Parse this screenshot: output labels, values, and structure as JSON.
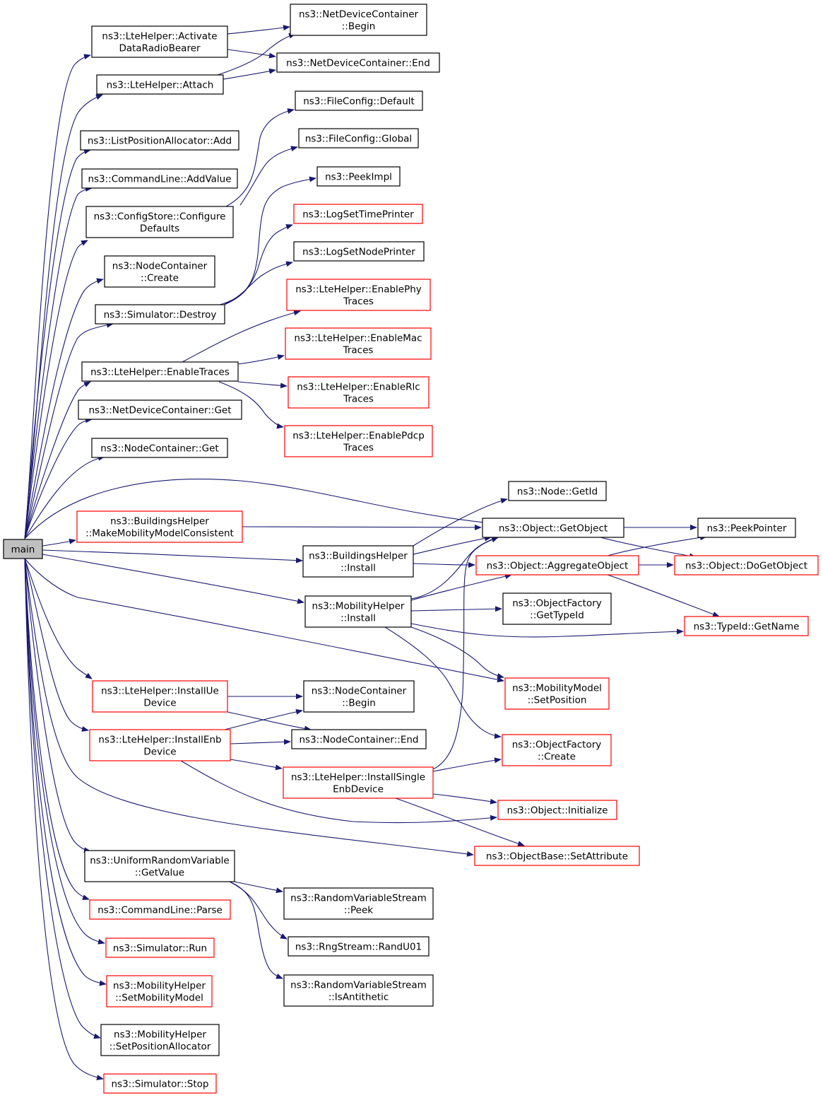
{
  "graph": {
    "colors": {
      "edge": "#191970",
      "documented_border": "#000000",
      "undocumented_border": "#ff0000",
      "root_fill": "#bfbfbf"
    },
    "nodes": [
      {
        "id": "main",
        "lines": [
          "main"
        ],
        "border": "root"
      },
      {
        "id": "activate",
        "lines": [
          "ns3::LteHelper::Activate",
          "DataRadioBearer"
        ],
        "border": "black"
      },
      {
        "id": "attach",
        "lines": [
          "ns3::LteHelper::Attach"
        ],
        "border": "black"
      },
      {
        "id": "listpos",
        "lines": [
          "ns3::ListPositionAllocator::Add"
        ],
        "border": "black"
      },
      {
        "id": "cmdadd",
        "lines": [
          "ns3::CommandLine::AddValue"
        ],
        "border": "black"
      },
      {
        "id": "cfgstore",
        "lines": [
          "ns3::ConfigStore::Configure",
          "Defaults"
        ],
        "border": "black"
      },
      {
        "id": "nccreate",
        "lines": [
          "ns3::NodeContainer",
          "::Create"
        ],
        "border": "black"
      },
      {
        "id": "simdestroy",
        "lines": [
          "ns3::Simulator::Destroy"
        ],
        "border": "black"
      },
      {
        "id": "enabletraces",
        "lines": [
          "ns3::LteHelper::EnableTraces"
        ],
        "border": "black"
      },
      {
        "id": "ndcget",
        "lines": [
          "ns3::NetDeviceContainer::Get"
        ],
        "border": "black"
      },
      {
        "id": "ncget",
        "lines": [
          "ns3::NodeContainer::Get"
        ],
        "border": "black"
      },
      {
        "id": "bhconsistent",
        "lines": [
          "ns3::BuildingsHelper",
          "::MakeMobilityModelConsistent"
        ],
        "border": "red"
      },
      {
        "id": "bhinstall",
        "lines": [
          "ns3::BuildingsHelper",
          "::Install"
        ],
        "border": "black"
      },
      {
        "id": "mhinstall",
        "lines": [
          "ns3::MobilityHelper",
          "::Install"
        ],
        "border": "black"
      },
      {
        "id": "installue",
        "lines": [
          "ns3::LteHelper::InstallUe",
          "Device"
        ],
        "border": "red"
      },
      {
        "id": "installenb",
        "lines": [
          "ns3::LteHelper::InstallEnb",
          "Device"
        ],
        "border": "red"
      },
      {
        "id": "urvget",
        "lines": [
          "ns3::UniformRandomVariable",
          "::GetValue"
        ],
        "border": "black"
      },
      {
        "id": "cmdparse",
        "lines": [
          "ns3::CommandLine::Parse"
        ],
        "border": "red"
      },
      {
        "id": "simrun",
        "lines": [
          "ns3::Simulator::Run"
        ],
        "border": "red"
      },
      {
        "id": "setmobility",
        "lines": [
          "ns3::MobilityHelper",
          "::SetMobilityModel"
        ],
        "border": "red"
      },
      {
        "id": "setposalloc",
        "lines": [
          "ns3::MobilityHelper",
          "::SetPositionAllocator"
        ],
        "border": "black"
      },
      {
        "id": "simstop",
        "lines": [
          "ns3::Simulator::Stop"
        ],
        "border": "red"
      },
      {
        "id": "ndcbegin",
        "lines": [
          "ns3::NetDeviceContainer",
          "::Begin"
        ],
        "border": "black"
      },
      {
        "id": "ndcend",
        "lines": [
          "ns3::NetDeviceContainer::End"
        ],
        "border": "black"
      },
      {
        "id": "fcdefault",
        "lines": [
          "ns3::FileConfig::Default"
        ],
        "border": "black"
      },
      {
        "id": "fcglobal",
        "lines": [
          "ns3::FileConfig::Global"
        ],
        "border": "black"
      },
      {
        "id": "peekimpl",
        "lines": [
          "ns3::PeekImpl"
        ],
        "border": "black"
      },
      {
        "id": "logtime",
        "lines": [
          "ns3::LogSetTimePrinter"
        ],
        "border": "red"
      },
      {
        "id": "lognode",
        "lines": [
          "ns3::LogSetNodePrinter"
        ],
        "border": "black"
      },
      {
        "id": "enphy",
        "lines": [
          "ns3::LteHelper::EnablePhy",
          "Traces"
        ],
        "border": "red"
      },
      {
        "id": "enmac",
        "lines": [
          "ns3::LteHelper::EnableMac",
          "Traces"
        ],
        "border": "red"
      },
      {
        "id": "enrlc",
        "lines": [
          "ns3::LteHelper::EnableRlc",
          "Traces"
        ],
        "border": "red"
      },
      {
        "id": "enpdcp",
        "lines": [
          "ns3::LteHelper::EnablePdcp",
          "Traces"
        ],
        "border": "red"
      },
      {
        "id": "nodegetid",
        "lines": [
          "ns3::Node::GetId"
        ],
        "border": "black"
      },
      {
        "id": "getobject",
        "lines": [
          "ns3::Object::GetObject"
        ],
        "border": "black"
      },
      {
        "id": "aggregate",
        "lines": [
          "ns3::Object::AggregateObject"
        ],
        "border": "red"
      },
      {
        "id": "ofgettypeid",
        "lines": [
          "ns3::ObjectFactory",
          "::GetTypeId"
        ],
        "border": "black"
      },
      {
        "id": "mmsetpos",
        "lines": [
          "ns3::MobilityModel",
          "::SetPosition"
        ],
        "border": "red"
      },
      {
        "id": "ncbegin",
        "lines": [
          "ns3::NodeContainer",
          "::Begin"
        ],
        "border": "black"
      },
      {
        "id": "ncend",
        "lines": [
          "ns3::NodeContainer::End"
        ],
        "border": "black"
      },
      {
        "id": "installsingle",
        "lines": [
          "ns3::LteHelper::InstallSingle",
          "EnbDevice"
        ],
        "border": "red"
      },
      {
        "id": "ofcreate",
        "lines": [
          "ns3::ObjectFactory",
          "::Create"
        ],
        "border": "red"
      },
      {
        "id": "objinit",
        "lines": [
          "ns3::Object::Initialize"
        ],
        "border": "red"
      },
      {
        "id": "setattr",
        "lines": [
          "ns3::ObjectBase::SetAttribute"
        ],
        "border": "red"
      },
      {
        "id": "rvspeek",
        "lines": [
          "ns3::RandomVariableStream",
          "::Peek"
        ],
        "border": "black"
      },
      {
        "id": "randu01",
        "lines": [
          "ns3::RngStream::RandU01"
        ],
        "border": "black"
      },
      {
        "id": "rvsanti",
        "lines": [
          "ns3::RandomVariableStream",
          "::IsAntithetic"
        ],
        "border": "black"
      },
      {
        "id": "peekptr",
        "lines": [
          "ns3::PeekPointer"
        ],
        "border": "black"
      },
      {
        "id": "dogetobject",
        "lines": [
          "ns3::Object::DoGetObject"
        ],
        "border": "red"
      },
      {
        "id": "typeidgetname",
        "lines": [
          "ns3::TypeId::GetName"
        ],
        "border": "red"
      }
    ]
  }
}
